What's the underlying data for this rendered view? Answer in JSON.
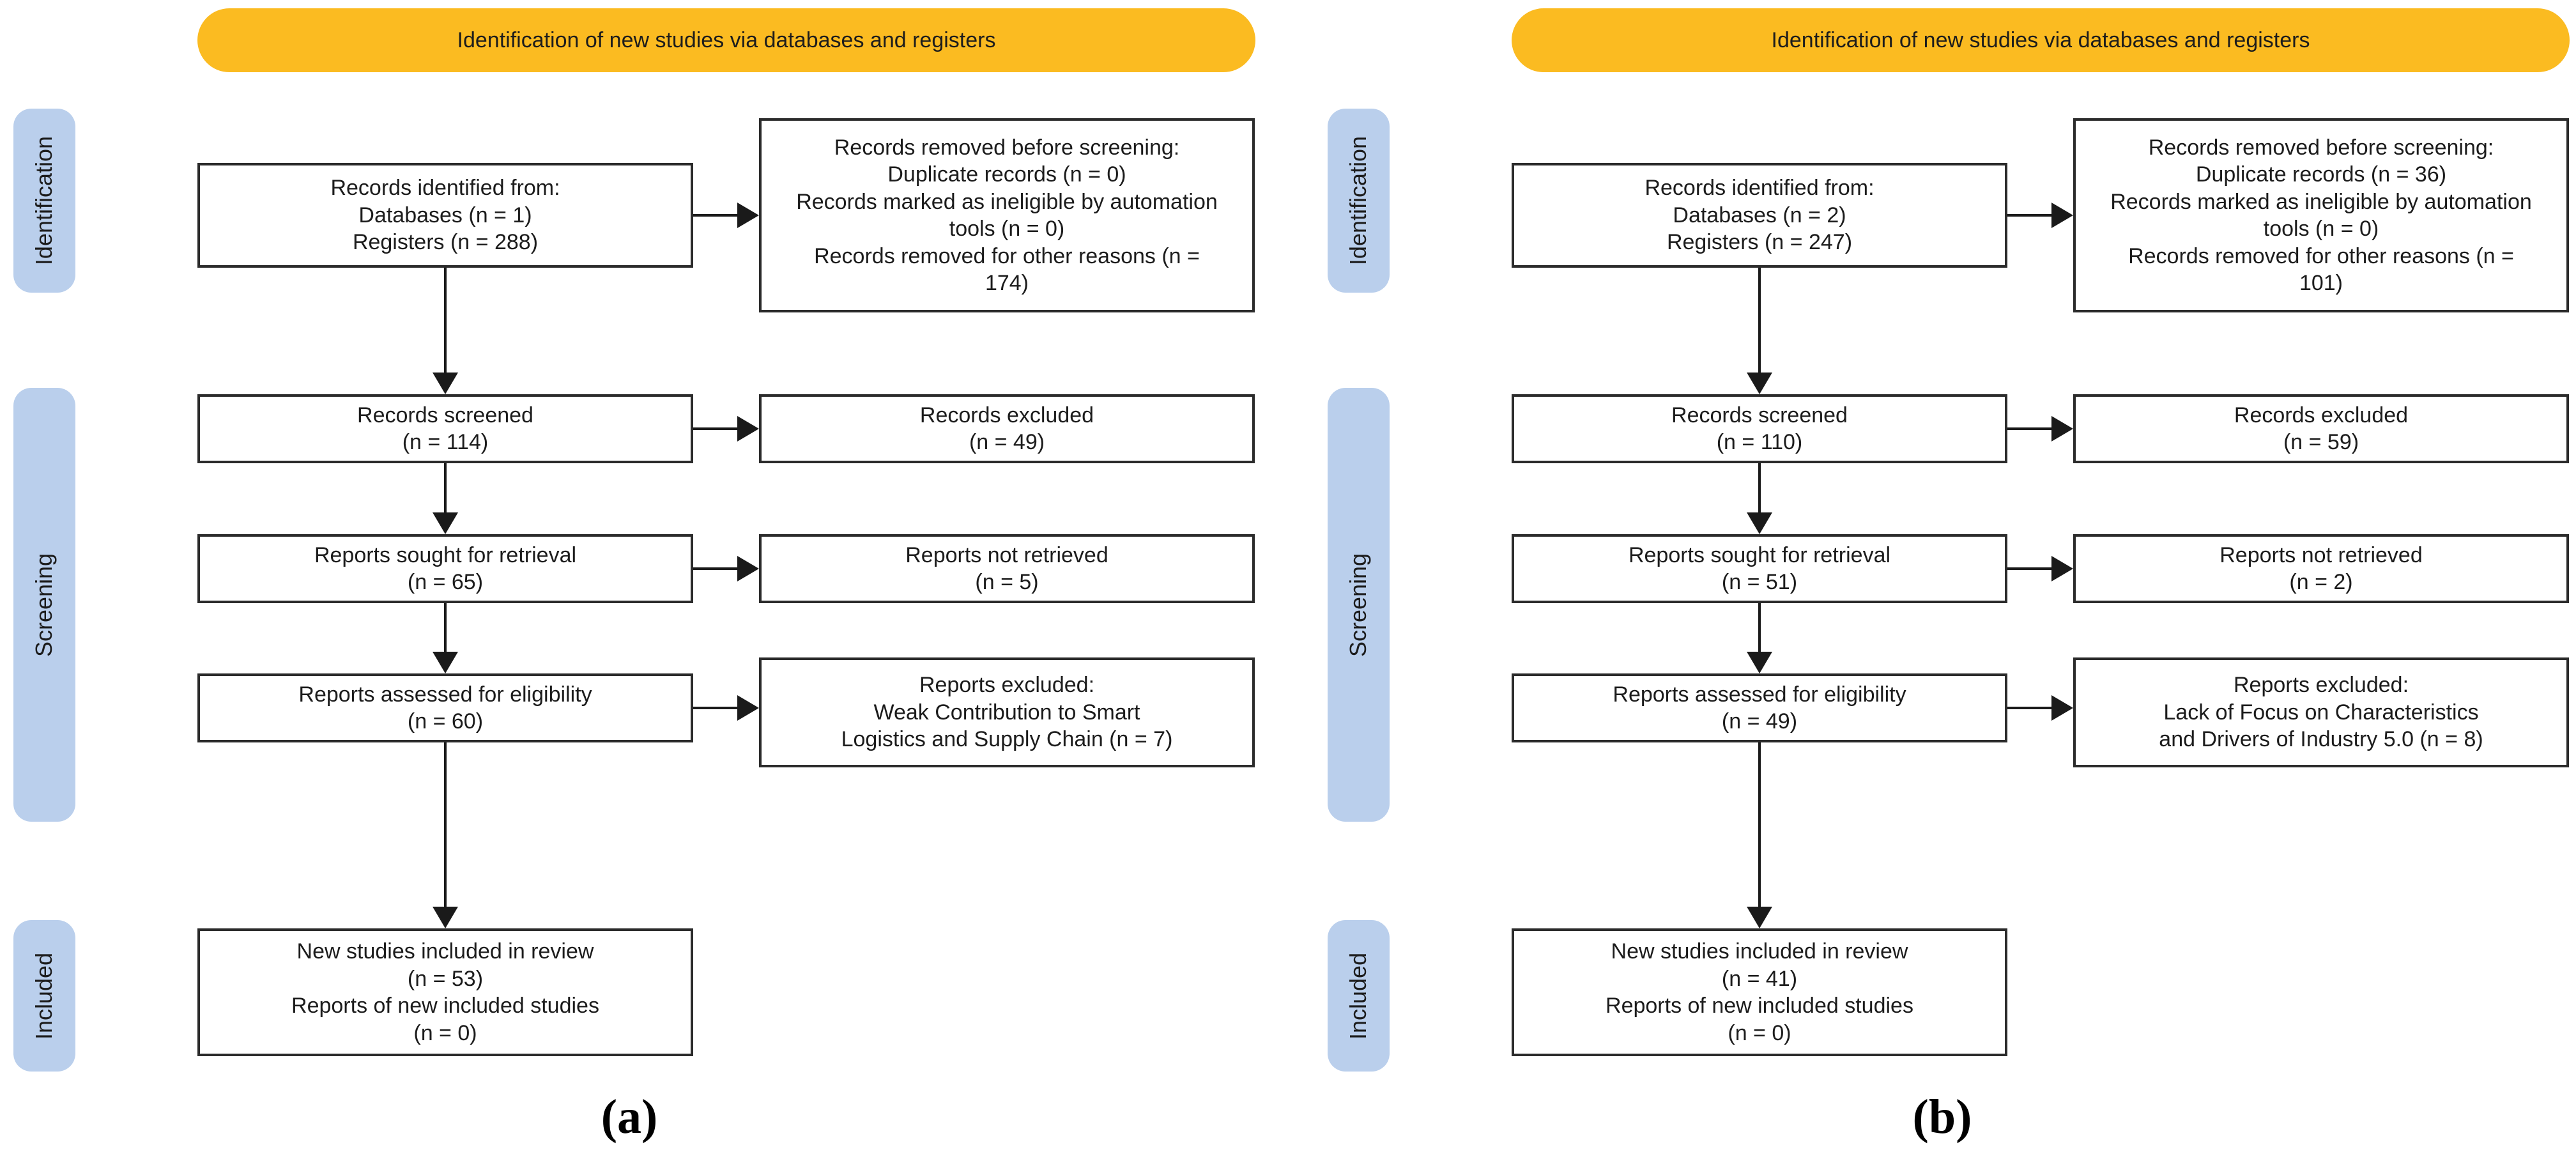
{
  "colors": {
    "banner_bg": "#FBBB21",
    "stage_bg": "#BACFEC",
    "line": "#1a1a1a",
    "box_border": "#2b2b2b",
    "box_bg": "#ffffff",
    "text": "#1c1c1c"
  },
  "diagram_a": {
    "banner": "Identification of new studies via databases and registers",
    "stages": {
      "identification": "Identification",
      "screening": "Screening",
      "included": "Included"
    },
    "boxes": {
      "records_identified": "Records identified from:\nDatabases (n = 1)\nRegisters (n = 288)",
      "records_removed": "Records removed before screening:\nDuplicate records (n = 0)\nRecords marked as ineligible by automation\ntools (n = 0)\nRecords removed for other reasons (n =\n174)",
      "records_screened": "Records screened\n(n = 114)",
      "records_excluded": "Records excluded\n(n = 49)",
      "reports_sought": "Reports sought for retrieval\n(n = 65)",
      "reports_not_retrieved": "Reports not retrieved\n(n = 5)",
      "reports_assessed": "Reports assessed for eligibility\n(n = 60)",
      "reports_excluded": "Reports excluded:\nWeak Contribution to Smart\nLogistics and Supply Chain (n =  7)",
      "new_studies": "New studies included in review\n(n = 53)\nReports of new included studies\n(n = 0)"
    },
    "caption": "(a)"
  },
  "diagram_b": {
    "banner": "Identification of new studies via databases and registers",
    "stages": {
      "identification": "Identification",
      "screening": "Screening",
      "included": "Included"
    },
    "boxes": {
      "records_identified": "Records identified from:\nDatabases (n = 2)\nRegisters (n = 247)",
      "records_removed": "Records removed before screening:\nDuplicate records (n = 36)\nRecords marked as ineligible by automation\ntools (n = 0)\nRecords removed for other reasons (n =\n101)",
      "records_screened": "Records screened\n(n = 110)",
      "records_excluded": "Records excluded\n(n = 59)",
      "reports_sought": "Reports sought for retrieval\n(n = 51)",
      "reports_not_retrieved": "Reports not retrieved\n(n = 2)",
      "reports_assessed": "Reports assessed for eligibility\n(n = 49)",
      "reports_excluded": "Reports excluded:\nLack of Focus on Characteristics\nand Drivers of Industry 5.0 (n =  8)",
      "new_studies": "New studies included in review\n(n = 41)\nReports of new included studies\n(n = 0)"
    },
    "caption": "(b)"
  }
}
